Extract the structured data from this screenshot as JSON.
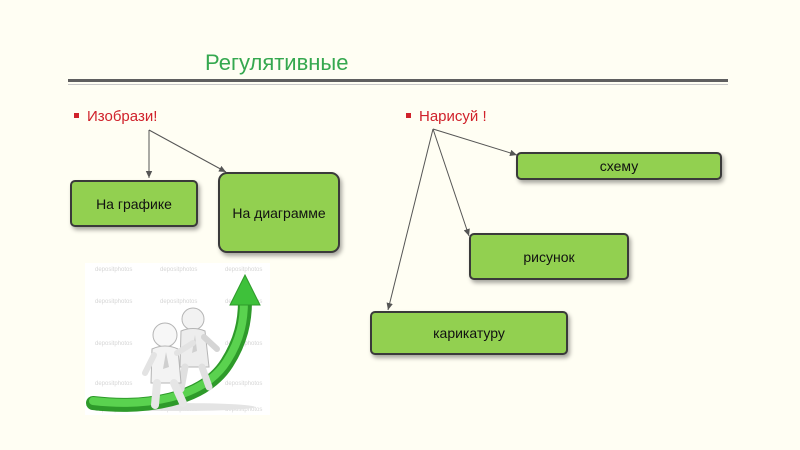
{
  "slide": {
    "title": "Регулятивные",
    "left_bullet": "Изобрази!",
    "right_bullet": "Нарисуй !",
    "left_boxes": [
      "На графике",
      "На диаграмме"
    ],
    "right_boxes": [
      "схему",
      "рисунок",
      "карикатуру"
    ]
  },
  "illustration": {
    "watermark": "depositphotos",
    "icon": "growth-arrow-figures-icon"
  },
  "colors": {
    "title": "#35a84f",
    "bullet": "#d0222b",
    "box_fill": "#92d050",
    "box_border": "#3a3a3a",
    "background": "#fffef3",
    "arrow": "#3ec13a"
  }
}
